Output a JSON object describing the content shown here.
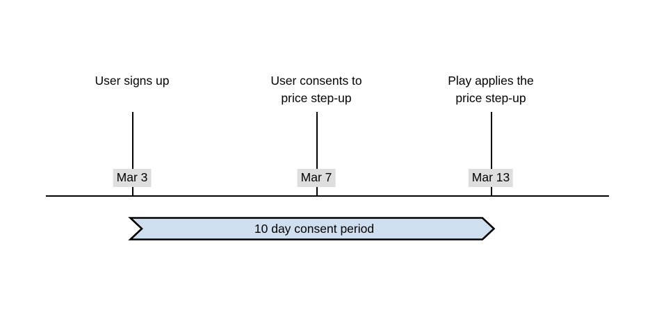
{
  "diagram": {
    "type": "timeline",
    "title": "",
    "axis": {
      "name": "timeline-axis",
      "color": "#000000"
    },
    "events": [
      {
        "id": "user-signs-up",
        "label": "User signs up",
        "date": "Mar 3",
        "date_badge_color": "#dedede"
      },
      {
        "id": "user-consents",
        "label": "User consents to\nprice step-up",
        "date": "Mar 7",
        "date_badge_color": "#dedede"
      },
      {
        "id": "play-applies-step-up",
        "label": "Play applies the\nprice step-up",
        "date": "Mar 13",
        "date_badge_color": "#dedede"
      }
    ],
    "period_banner": {
      "label": "10 day consent period",
      "fill_color": "#cfdff0",
      "stroke_color": "#000000",
      "starts_at": "Mar 3",
      "ends_at": "Mar 13"
    }
  }
}
